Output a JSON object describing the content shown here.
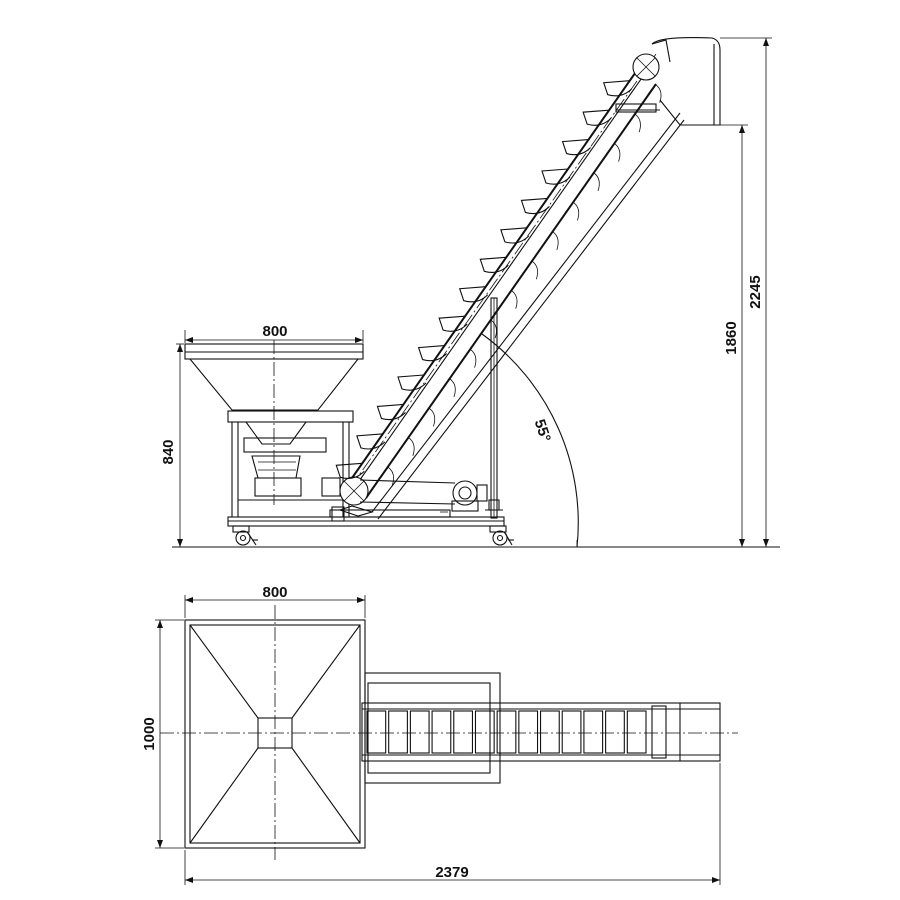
{
  "side_view": {
    "dim_hopper_width": "800",
    "dim_hopper_height": "840",
    "dim_angle": "55°",
    "dim_discharge_height": "1860",
    "dim_total_height": "2245"
  },
  "top_view": {
    "dim_hopper_width": "800",
    "dim_depth": "1000",
    "dim_total_length": "2379"
  }
}
